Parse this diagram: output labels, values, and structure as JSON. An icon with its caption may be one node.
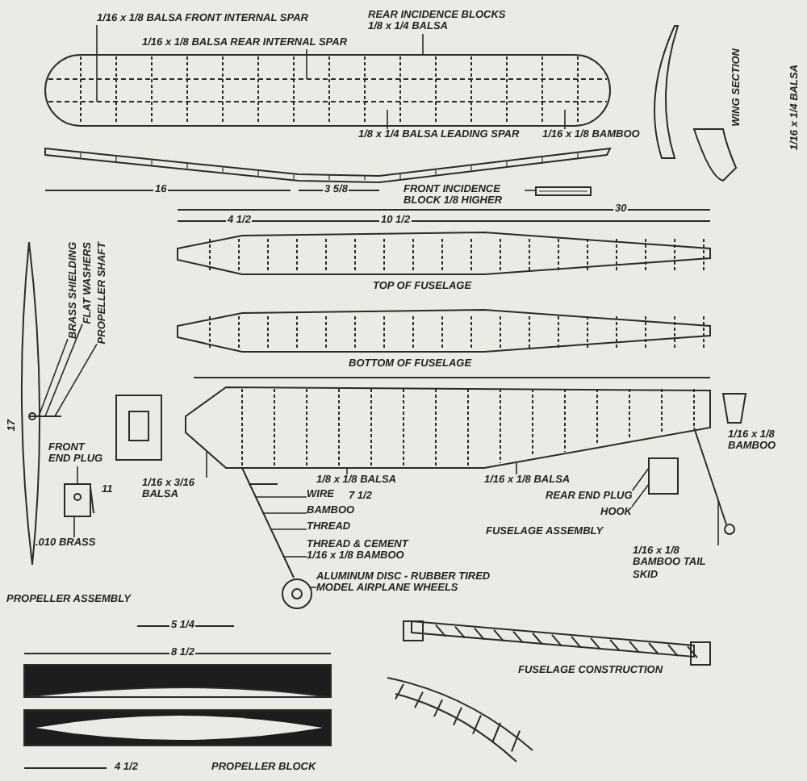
{
  "diagram": {
    "nodes": [
      {
        "text": [
          "1/16 x 1/8 BALSA FRONT INTERNAL SPAR"
        ]
      },
      {
        "text": [
          "1/16 x 1/8 BALSA REAR INTERNAL SPAR"
        ]
      },
      {
        "text": [
          "REAR INCIDENCE BLOCKS",
          "1/8 x 1/4 BALSA"
        ]
      },
      {
        "text": [
          "1/8 x 1/4 BALSA LEADING SPAR"
        ]
      },
      {
        "text": [
          "1/16 x 1/8 BAMBOO"
        ]
      },
      {
        "text": [
          "FRONT INCIDENCE BLOCK 1/8 HIGHER"
        ]
      },
      {
        "text": [
          "BRASS SHIELDING"
        ]
      },
      {
        "text": [
          "FLAT WASHERS"
        ]
      },
      {
        "text": [
          "PROPELLER SHAFT"
        ]
      },
      {
        "text": [
          "FRONT END PLUG"
        ]
      },
      {
        "text": [
          ".010 BRASS"
        ]
      },
      {
        "text": [
          "1/16 x 3/16 BALSA"
        ]
      },
      {
        "text": [
          "1/8 x 1/8 BALSA"
        ]
      },
      {
        "text": [
          "WIRE"
        ]
      },
      {
        "text": [
          "BAMBOO"
        ]
      },
      {
        "text": [
          "THREAD"
        ]
      },
      {
        "text": [
          "THREAD & CEMENT",
          "1/16 x 1/8 BAMBOO"
        ]
      },
      {
        "text": [
          "ALUMINUM DISC - RUBBER TIRED MODEL AIRPLANE WHEELS"
        ]
      },
      {
        "text": [
          "1/16 x 1/8 BALSA"
        ]
      },
      {
        "text": [
          "REAR END PLUG"
        ]
      },
      {
        "text": [
          "HOOK"
        ]
      },
      {
        "text": [
          "1/16 x 1/8 BAMBOO TAIL SKID"
        ]
      },
      {
        "text": [],
        "shape": "picture"
      },
      {
        "text": [],
        "shape": "picture"
      },
      {
        "text": [],
        "shape": "picture"
      },
      {
        "text": [],
        "shape": "picture"
      },
      {
        "text": [],
        "shape": "picture"
      },
      {
        "text": [],
        "shape": "picture"
      },
      {
        "text": [],
        "shape": "picture"
      },
      {
        "text": [],
        "shape": "box"
      },
      {
        "text": [],
        "shape": "picture"
      }
    ],
    "edges": [
      {
        "from": 0,
        "to": 22,
        "arrow": "none"
      },
      {
        "from": 1,
        "to": 22,
        "arrow": "none"
      },
      {
        "from": 2,
        "to": 22,
        "arrow": "none"
      },
      {
        "from": 3,
        "to": 22,
        "arrow": "none"
      },
      {
        "from": 4,
        "to": 22,
        "arrow": "none"
      },
      {
        "from": 5,
        "to": 23,
        "arrow": "none"
      },
      {
        "from": 6,
        "to": 24,
        "arrow": "none"
      },
      {
        "from": 7,
        "to": 24,
        "arrow": "none"
      },
      {
        "from": 8,
        "to": 24,
        "arrow": "none"
      },
      {
        "from": 9,
        "to": 25,
        "arrow": "none"
      },
      {
        "from": 10,
        "to": 25,
        "arrow": "none"
      },
      {
        "from": 11,
        "to": 26,
        "arrow": "none"
      },
      {
        "from": 12,
        "to": 26,
        "arrow": "none"
      },
      {
        "from": 13,
        "to": 27,
        "arrow": "none"
      },
      {
        "from": 14,
        "to": 27,
        "arrow": "none"
      },
      {
        "from": 15,
        "to": 27,
        "arrow": "none"
      },
      {
        "from": 16,
        "to": 27,
        "arrow": "none"
      },
      {
        "from": 17,
        "to": 28,
        "arrow": "none"
      },
      {
        "from": 18,
        "to": 26,
        "arrow": "none"
      },
      {
        "from": 19,
        "to": 29,
        "arrow": "none"
      },
      {
        "from": 20,
        "to": 29,
        "arrow": "none"
      },
      {
        "from": 21,
        "to": 30,
        "arrow": "none"
      }
    ],
    "labels": [
      "16",
      "3 5/8",
      "WING SECTION",
      "1/16 x 1/4 BALSA",
      "30",
      "4 1/2",
      "10 1/2",
      "TOP OF FUSELAGE",
      "BOTTOM OF FUSELAGE",
      "1/16 x 1/8 BAMBOO",
      "17",
      "11",
      "7 1/2",
      "FUSELAGE ASSEMBLY",
      "PROPELLER ASSEMBLY",
      "5 1/4",
      "8 1/2",
      "FUSELAGE CONSTRUCTION",
      "4 1/2",
      "PROPELLER BLOCK"
    ]
  }
}
